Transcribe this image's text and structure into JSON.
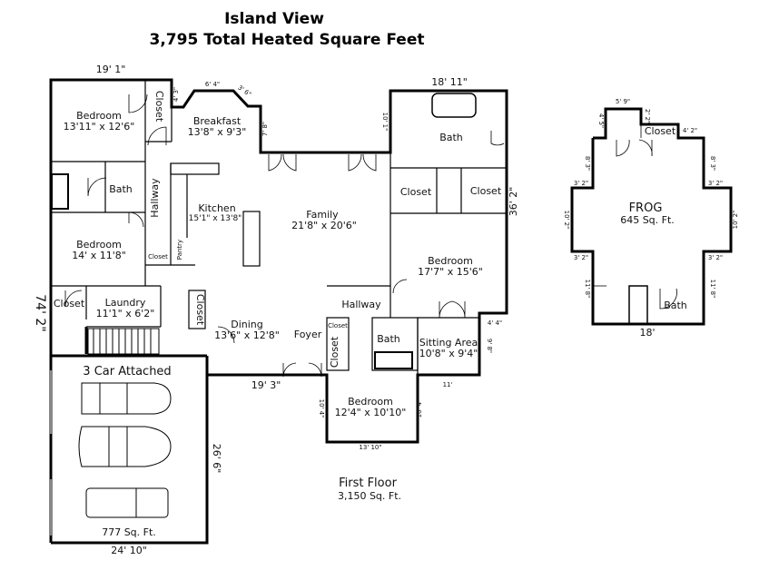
{
  "title": "Island View",
  "subtitle": "3,795 Total Heated Square Feet",
  "first_floor": {
    "label": "First Floor",
    "area": "3,150 Sq. Ft.",
    "rooms": {
      "bedroom1": {
        "name": "Bedroom",
        "size": "13'11\" x 12'6\""
      },
      "breakfast": {
        "name": "Breakfast",
        "size": "13'8\" x 9'3\""
      },
      "bath1": "Bath",
      "hallway1": "Hallway",
      "kitchen": {
        "name": "Kitchen",
        "size": "15'1\" x 13'8\""
      },
      "family": {
        "name": "Family",
        "size": "21'8\" x 20'6\""
      },
      "bedroom2": {
        "name": "Bedroom",
        "size": "14' x 11'8\""
      },
      "closet": "Closet",
      "pantry": "Pantry",
      "laundry": {
        "name": "Laundry",
        "size": "11'1\" x 6'2\""
      },
      "dining": {
        "name": "Dining",
        "size": "13'6\" x 12'8\""
      },
      "foyer": "Foyer",
      "hallway2": "Hallway",
      "bath2": "Bath",
      "bath3": "Bath",
      "master": {
        "name": "Bedroom",
        "size": "17'7\" x 15'6\""
      },
      "sitting": {
        "name": "Sitting Area",
        "size": "10'8\" x 9'4\""
      },
      "bedroom4": {
        "name": "Bedroom",
        "size": "12'4\" x 10'10\""
      },
      "garage": {
        "name": "3 Car Attached",
        "area": "777 Sq. Ft."
      }
    },
    "dimensions": [
      "19' 1\"",
      "6' 4\"",
      "4' 3\"",
      "3' 6\"",
      "7' 8\"",
      "10' 1\"",
      "18' 11\"",
      "36' 2\"",
      "74' 2\"",
      "19' 3\"",
      "4' 4\"",
      "9' 8\"",
      "11'",
      "10' 4\"",
      "10' 4\"",
      "13' 10\"",
      "26' 6\"",
      "24' 10\""
    ]
  },
  "frog": {
    "name": "FROG",
    "area": "645 Sq. Ft.",
    "closet": "Closet",
    "bath": "Bath",
    "dimensions": [
      "5' 9\"",
      "4' 5\"",
      "2' 2\"",
      "4' 2\"",
      "8' 3\"",
      "8' 3\"",
      "3' 2\"",
      "3' 2\"",
      "10' 2\"",
      "10' 2\"",
      "3' 2\"",
      "3' 2\"",
      "11' 8\"",
      "11' 8\"",
      "18'"
    ]
  }
}
